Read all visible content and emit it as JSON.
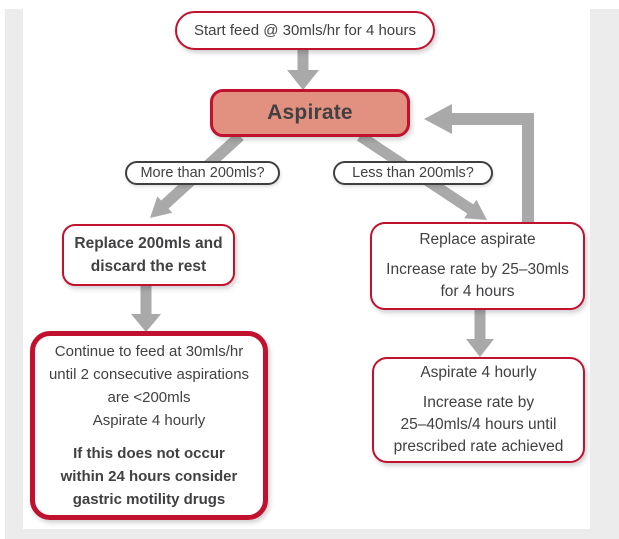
{
  "title": "Feeding aspirate flowchart",
  "colors": {
    "red": "#C2112F",
    "salmon": "#E29180",
    "arrow": "#A9A9A9",
    "text": "#414042",
    "pill_border": "#3F3F3F",
    "page_margin": "#ECECEC"
  },
  "nodes": {
    "start": {
      "label": "Start feed @ 30mls/hr for 4 hours"
    },
    "aspirate": {
      "label": "Aspirate"
    },
    "more": {
      "label": "More than 200mls?"
    },
    "less": {
      "label": "Less than 200mls?"
    },
    "replace200": {
      "lines": [
        "Replace 200mls and",
        "discard the rest"
      ]
    },
    "continue_feed": {
      "para1": [
        "Continue to feed at 30mls/hr",
        "until 2 consecutive aspirations",
        "are <200mls",
        "Aspirate 4 hourly"
      ],
      "para2": [
        "If this does not occur",
        "within 24 hours consider",
        "gastric motility drugs"
      ]
    },
    "replace_aspirate": {
      "para1": [
        "Replace aspirate"
      ],
      "para2": [
        "Increase rate by 25–30mls",
        "for 4 hours"
      ]
    },
    "aspirate_hourly": {
      "para1": [
        "Aspirate 4 hourly"
      ],
      "para2": [
        "Increase rate by",
        "25–40mls/4 hours until",
        "prescribed rate achieved"
      ]
    }
  }
}
